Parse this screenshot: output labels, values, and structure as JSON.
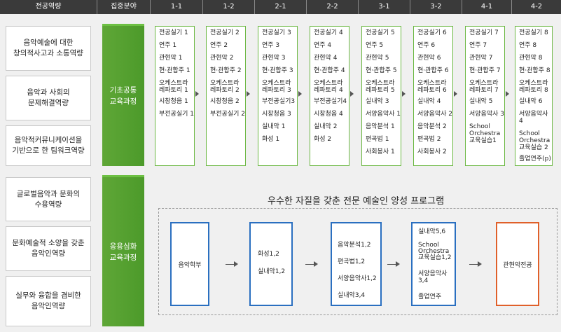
{
  "header": {
    "competency": "전공역량",
    "focus": "집중분야",
    "semesters": [
      "1-1",
      "1-2",
      "2-1",
      "2-2",
      "3-1",
      "3-2",
      "4-1",
      "4-2"
    ]
  },
  "competencies": [
    "음악예술에 대한\n창의적사고과 소통역량",
    "음악과 사회의\n문제해결역량",
    "음악적커뮤니케이션을\n기반으로 한 팀워크역량",
    "글로벌음악과 문화의\n수용역량",
    "문화예술적 소양을 갖춘\n음악인역량",
    "실무와 융합을 겸비한\n음악인역량"
  ],
  "focus_areas": [
    "기초공통\n교육과정",
    "응용심화\n교육과정"
  ],
  "semester_courses": [
    [
      "전공실기 1",
      "연주 1",
      "관현악 1",
      "현·관합주 1",
      "오케스트라\n레파토리 1",
      "시창청음 1",
      "부전공실기 1"
    ],
    [
      "전공실기 2",
      "연주 2",
      "관현악 2",
      "현·관합주 2",
      "오케스트라\n레파토리 2",
      "시창청음 2",
      "부전공실기 2"
    ],
    [
      "전공실기 3",
      "연주 3",
      "관현악 3",
      "현·관합주 3",
      "오케스트라\n레파토리 3",
      "부전공실기3",
      "시창청음 3",
      "실내악 1",
      "화성 1"
    ],
    [
      "전공실기 4",
      "연주 4",
      "관현악 4",
      "현·관합주 4",
      "오케스트라\n레파토리 4",
      "부전공실기4",
      "시창청음 4",
      "실내악 2",
      "화성 2"
    ],
    [
      "전공실기 5",
      "연주 5",
      "관현악 5",
      "현·관합주 5",
      "오케스트라\n레파토리 5",
      "실내악 3",
      "서양음악사 1",
      "음악분석 1",
      "편곡법 1",
      "사회봉사 1"
    ],
    [
      "전공실기 6",
      "연주 6",
      "관현악 6",
      "현·관합주 6",
      "오케스트라\n레파토리 6",
      "실내악 4",
      "서양음악사 2",
      "음악분석 2",
      "편곡법 2",
      "사회봉사 2"
    ],
    [
      "전공실기 7",
      "연주 7",
      "관현악 7",
      "현·관합주 7",
      "오케스트라\n레파토리 7",
      "실내악 5",
      "서양음악사 3",
      "School\nOrchestra\n교육실습1"
    ],
    [
      "전공실기 8",
      "연주 8",
      "관현악 8",
      "현·관합주 8",
      "오케스트라\n레파토리 8",
      "실내악 6",
      "서양음악사 4",
      "School\nOrchestra\n교육실습 2",
      "졸업연주(p)"
    ]
  ],
  "program_title": "우수한 자질을 갖춘 전문 예술인 양성 프로그램",
  "flow": [
    [
      "음악학부"
    ],
    [
      "화성1,2",
      "실내악1,2"
    ],
    [
      "음악분석1,2",
      "편곡법1,2",
      "서양음악사1,2",
      "실내악3,4"
    ],
    [
      "실내악5,6",
      "School\nOrchestra\n교육실습1,2",
      "서양음악사3,4",
      "졸업연주"
    ],
    [
      "관현악전공"
    ]
  ],
  "colors": {
    "header": "#3a3a3a",
    "green": "#5fa737",
    "blue": "#2a6fc0",
    "orange": "#e0602a"
  }
}
